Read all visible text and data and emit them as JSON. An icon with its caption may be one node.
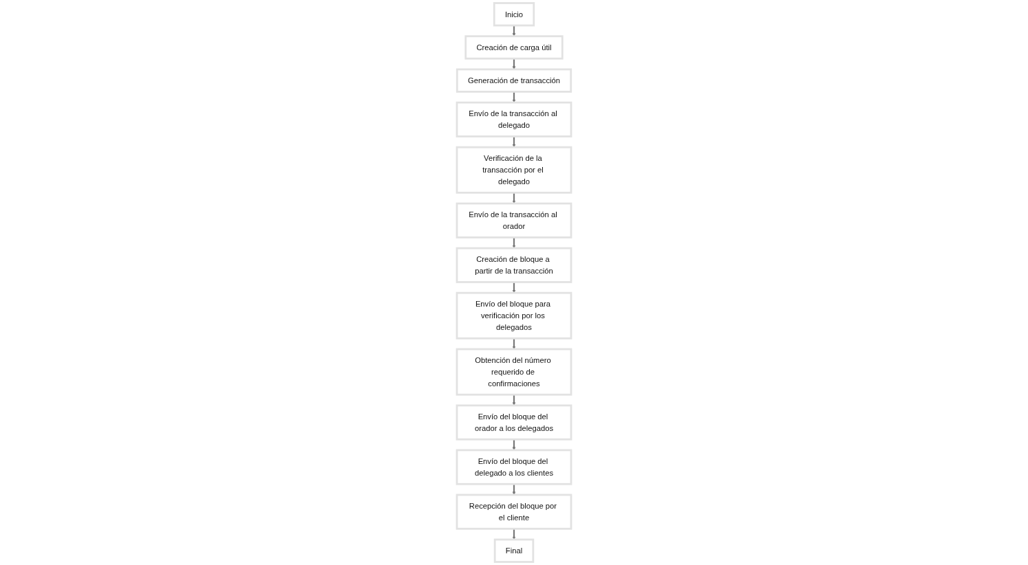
{
  "diagram": {
    "nodes": [
      {
        "text": [
          "Inicio"
        ]
      },
      {
        "text": [
          "Creación de carga útil"
        ]
      },
      {
        "text": [
          "Generación de transacción"
        ]
      },
      {
        "text": [
          "Envío de la transacción al delegado"
        ]
      },
      {
        "text": [
          "Verificación de la transacción por el delegado"
        ]
      },
      {
        "text": [
          "Envío de la transacción al orador"
        ]
      },
      {
        "text": [
          "Creación de bloque a partir de la transacción"
        ]
      },
      {
        "text": [
          "Envío del bloque para verificación por los delegados"
        ]
      },
      {
        "text": [
          "Obtención del número requerido de confirmaciones"
        ]
      },
      {
        "text": [
          "Envío del bloque del orador a los delegados"
        ]
      },
      {
        "text": [
          "Envío del bloque del delegado a los clientes"
        ]
      },
      {
        "text": [
          "Recepción del bloque por el cliente"
        ]
      },
      {
        "text": [
          "Final"
        ]
      }
    ],
    "edges": [
      {
        "from": 0,
        "to": 1,
        "arrow": "to"
      },
      {
        "from": 1,
        "to": 2,
        "arrow": "to"
      },
      {
        "from": 2,
        "to": 3,
        "arrow": "to"
      },
      {
        "from": 3,
        "to": 4,
        "arrow": "to"
      },
      {
        "from": 4,
        "to": 5,
        "arrow": "to"
      },
      {
        "from": 5,
        "to": 6,
        "arrow": "to"
      },
      {
        "from": 6,
        "to": 7,
        "arrow": "to"
      },
      {
        "from": 7,
        "to": 8,
        "arrow": "to"
      },
      {
        "from": 8,
        "to": 9,
        "arrow": "to"
      },
      {
        "from": 9,
        "to": 10,
        "arrow": "to"
      },
      {
        "from": 10,
        "to": 11,
        "arrow": "to"
      },
      {
        "from": 11,
        "to": 12,
        "arrow": "to"
      }
    ]
  }
}
